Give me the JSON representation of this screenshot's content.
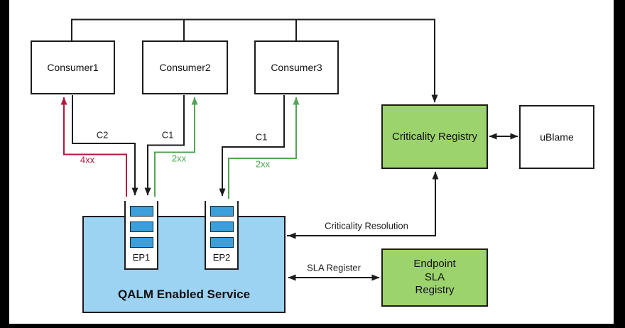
{
  "diagram": {
    "consumers": [
      {
        "label": "Consumer1"
      },
      {
        "label": "Consumer2"
      },
      {
        "label": "Consumer3"
      }
    ],
    "criticality_registry": {
      "label": "Criticality Registry"
    },
    "ublame": {
      "label": "uBlame"
    },
    "endpoint_sla_registry": {
      "line1": "Endpoint",
      "line2": "SLA",
      "line3": "Registry"
    },
    "qalm_service": {
      "label": "QALM Enabled Service"
    },
    "endpoints": [
      {
        "label": "EP1"
      },
      {
        "label": "EP2"
      }
    ],
    "edge_labels": {
      "c2": "C2",
      "c1_from_consumer2": "C1",
      "c1_from_consumer3": "C1",
      "resp_4xx": "4xx",
      "resp_2xx_to_consumer2": "2xx",
      "resp_2xx_to_consumer3": "2xx",
      "criticality_resolution": "Criticality Resolution",
      "sla_register": "SLA Register"
    },
    "colors": {
      "green_box_fill": "#9cd36d",
      "service_box_fill": "#9cd2f2",
      "queue_slot_fill": "#3a9fda",
      "error_arrow_red": "#b5173f",
      "success_arrow_green": "#55a357",
      "line_black": "#1c1c1c"
    }
  }
}
